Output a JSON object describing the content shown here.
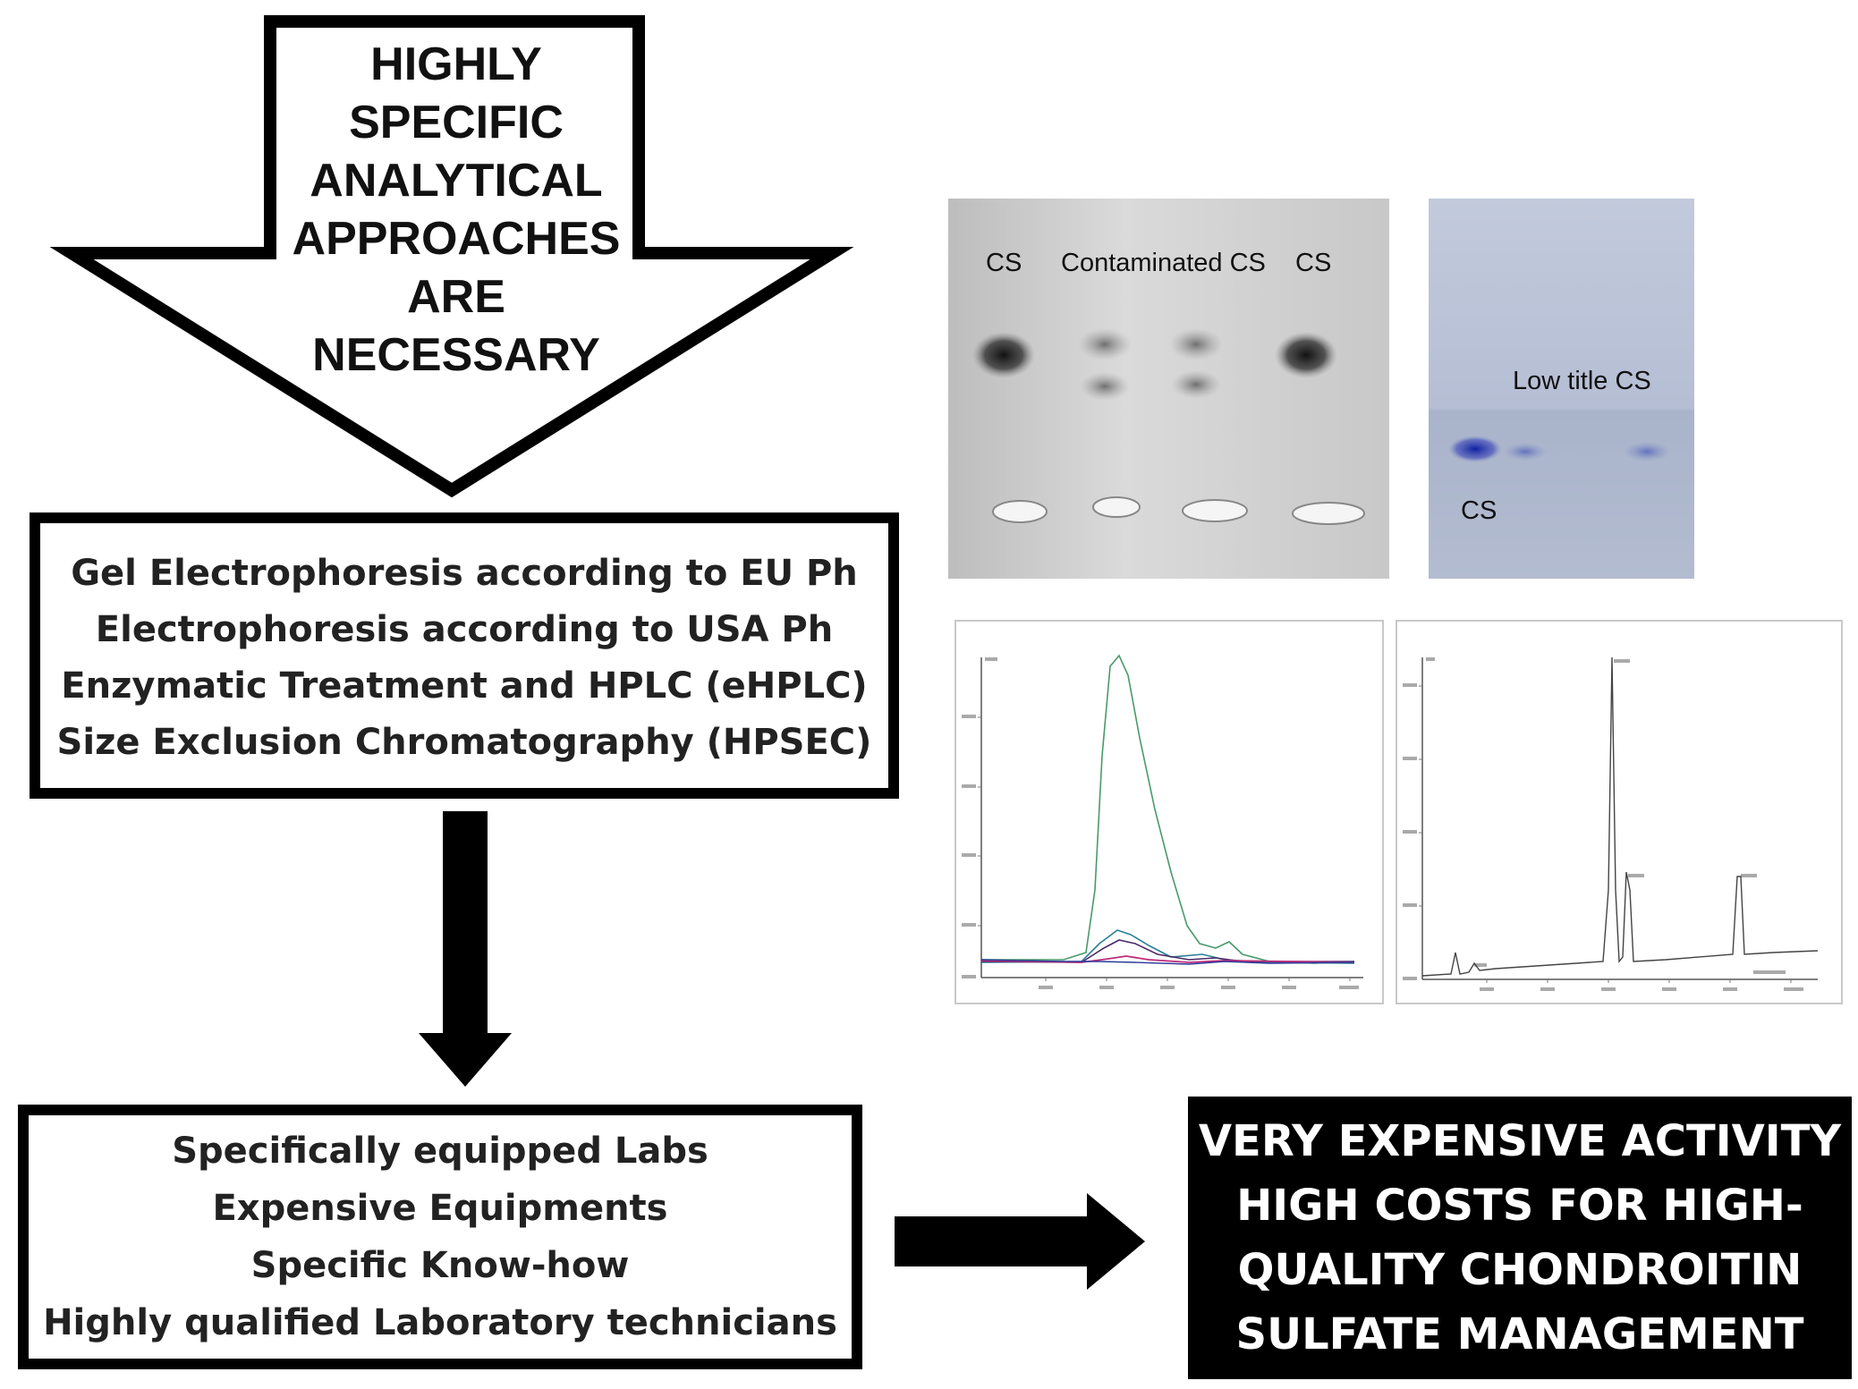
{
  "top_arrow": {
    "lines": [
      "HIGHLY",
      "SPECIFIC",
      "ANALYTICAL",
      "APPROACHES",
      "ARE",
      "NECESSARY"
    ]
  },
  "methods_box": {
    "lines": [
      "Gel Electrophoresis according to EU Ph",
      "Electrophoresis according to USA Ph",
      "Enzymatic Treatment and HPLC (eHPLC)",
      "Size Exclusion Chromatography (HPSEC)"
    ]
  },
  "requirements_box": {
    "lines": [
      "Specifically equipped Labs",
      "Expensive Equipments",
      "Specific Know-how",
      "Highly qualified Laboratory technicians"
    ]
  },
  "result_box": {
    "lines": [
      "VERY EXPENSIVE ACTIVITY",
      "HIGH COSTS FOR HIGH-",
      "QUALITY CHONDROITIN",
      "SULFATE MANAGEMENT"
    ]
  },
  "gel_image_1": {
    "labels": [
      "CS",
      "Contaminated CS",
      "CS"
    ]
  },
  "gel_image_2": {
    "labels": [
      "Low title CS",
      "CS"
    ]
  },
  "colors": {
    "box_border": "#000000",
    "result_bg": "#000000",
    "result_text": "#ffffff",
    "gel_gray": "#d2d2d2",
    "gel_blue": "#b9c2d8",
    "band_dark": "#1a1a1a",
    "band_blue": "#1b2aa0"
  }
}
